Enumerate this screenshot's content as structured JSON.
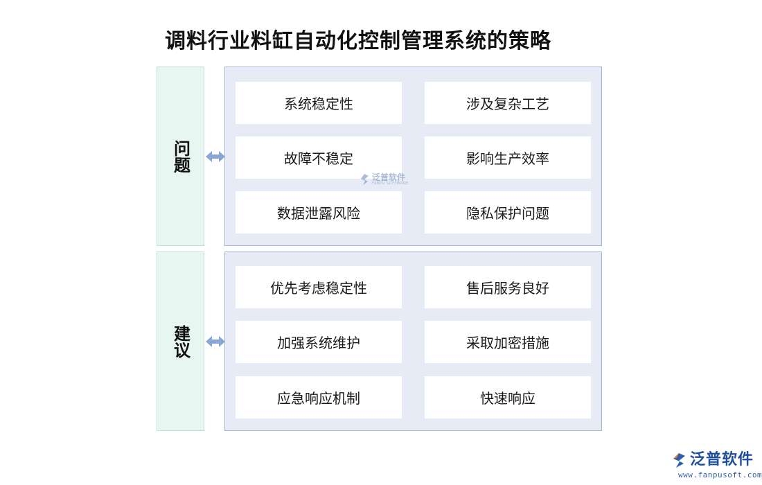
{
  "title": "调料行业料缸自动化控制管理系统的策略",
  "sections": [
    {
      "label": "问题",
      "items": [
        "系统稳定性",
        "涉及复杂工艺",
        "故障不稳定",
        "影响生产效率",
        "数据泄露风险",
        "隐私保护问题"
      ]
    },
    {
      "label": "建议",
      "items": [
        "优先考虑稳定性",
        "售后服务良好",
        "加强系统维护",
        "采取加密措施",
        "应急响应机制",
        "快速响应"
      ]
    }
  ],
  "watermark": {
    "text": "泛普软件",
    "sub": "FANPU SOFTWARE"
  },
  "brand": {
    "name": "泛普软件",
    "url": "www.fanpusoft.com"
  },
  "colors": {
    "panel": "#e6ebf6",
    "label_bg": "#e8f6f2",
    "arrow": "#8aa6d6",
    "brand": "#1f4f9c"
  }
}
